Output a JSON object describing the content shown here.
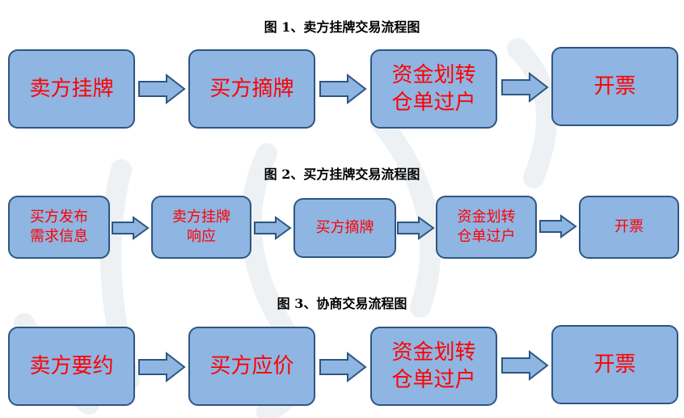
{
  "diagram1": {
    "title": "图 1、卖方挂牌交易流程图",
    "steps": [
      "卖方挂牌",
      "买方摘牌",
      "资金划转\n仓单过户",
      "开票"
    ]
  },
  "diagram2": {
    "title": "图 2、买方挂牌交易流程图",
    "steps": [
      "买方发布\n需求信息",
      "卖方挂牌\n响应",
      "买方摘牌",
      "资金划转\n仓单过户",
      "开票"
    ]
  },
  "diagram3": {
    "title": "图 3、协商交易流程图",
    "steps": [
      "卖方要约",
      "买方应价",
      "资金划转\n仓单过户",
      "开票"
    ]
  },
  "colors": {
    "box_fill": "#8fb5e2",
    "box_border": "#2e5681",
    "text": "#ff0000",
    "arrow_fill": "#8fb5e2",
    "arrow_stroke": "#2e5681"
  }
}
